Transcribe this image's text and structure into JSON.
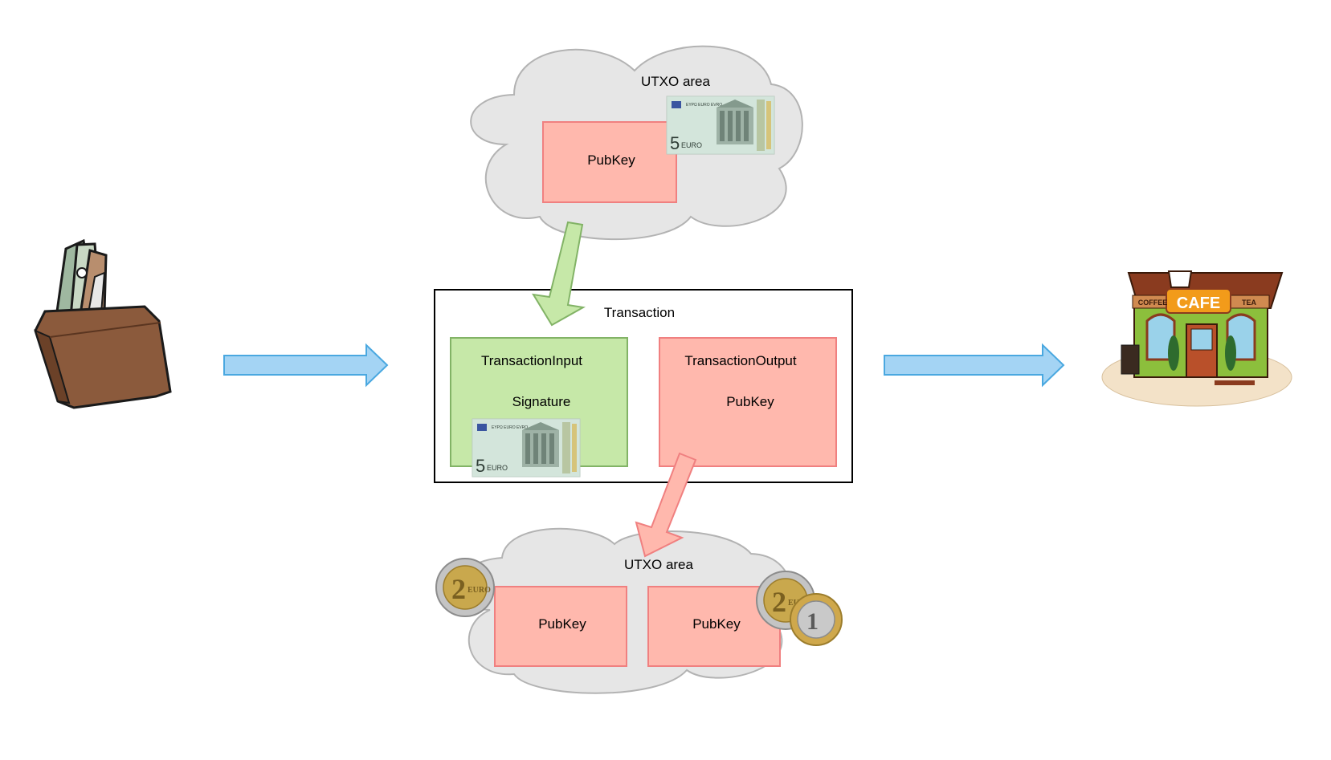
{
  "top_cloud": {
    "title": "UTXO area",
    "box_label": "PubKey"
  },
  "transaction": {
    "title": "Transaction",
    "input": {
      "title": "TransactionInput",
      "field": "Signature"
    },
    "output": {
      "title": "TransactionOutput",
      "field": "PubKey"
    }
  },
  "bottom_cloud": {
    "title": "UTXO area",
    "box_left_label": "PubKey",
    "box_right_label": "PubKey"
  },
  "banknote": {
    "value": "5",
    "currency": "EURO"
  },
  "coins": {
    "big_value": "2",
    "small_value": "1",
    "currency": "EURO"
  },
  "cafe": {
    "sign": "CAFE",
    "left_text": "COFFEE",
    "right_text": "TEA"
  },
  "icons": [
    "wallet-icon",
    "banknote-icon",
    "coin-icon",
    "cafe-icon",
    "arrow-icon"
  ],
  "colors": {
    "cloud_fill": "#e6e6e6",
    "cloud_stroke": "#b3b3b3",
    "pink_fill": "#ffb8ad",
    "pink_stroke": "#f08080",
    "green_fill": "#c6e8a8",
    "green_stroke": "#82b366",
    "blue_arrow": "#a4d4f4",
    "blue_arrow_stroke": "#4aa8e0"
  }
}
